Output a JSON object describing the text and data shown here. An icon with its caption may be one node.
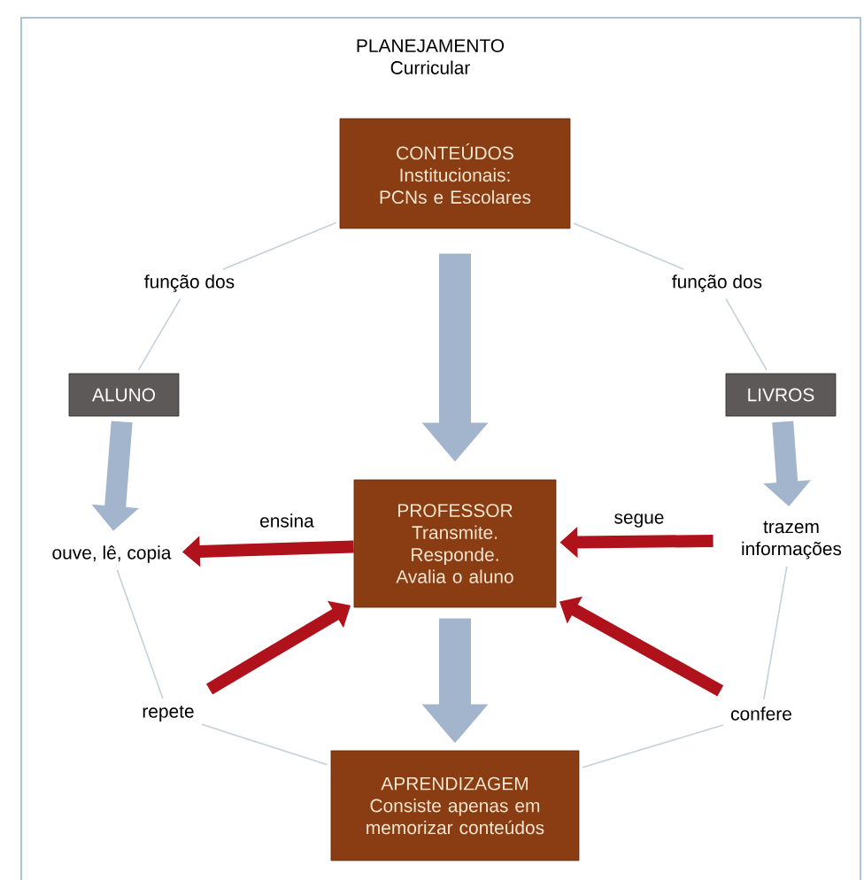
{
  "diagram": {
    "title": "PLANEJAMENTO Curricular",
    "nodes": [
      {
        "text": [
          "CONTEÚDOS Institucionais: PCNs e Escolares"
        ]
      },
      {
        "text": [
          "função dos"
        ]
      },
      {
        "text": [
          "função dos"
        ]
      },
      {
        "text": [
          "ALUNO"
        ]
      },
      {
        "text": [
          "LIVROS"
        ]
      },
      {
        "text": [
          "PROFESSOR Transmite. Responde. Avalia o aluno"
        ]
      },
      {
        "text": [
          "ouve, lê, copia"
        ]
      },
      {
        "text": [
          "trazem informações"
        ]
      },
      {
        "text": [
          "repete"
        ]
      },
      {
        "text": [
          "confere"
        ]
      },
      {
        "text": [
          "APRENDIZAGEM Consiste apenas em memorizar conteúdos"
        ]
      }
    ],
    "edges": [
      {
        "from": 0,
        "to": 1,
        "arrow": "none"
      },
      {
        "from": 1,
        "to": 3,
        "arrow": "none"
      },
      {
        "from": 0,
        "to": 2,
        "arrow": "none"
      },
      {
        "from": 2,
        "to": 4,
        "arrow": "none"
      },
      {
        "from": 0,
        "to": 5,
        "arrow": "to",
        "style": "thick",
        "color": "#a3b5cc"
      },
      {
        "from": 3,
        "to": 6,
        "arrow": "to",
        "style": "thick",
        "color": "#a3b5cc"
      },
      {
        "from": 4,
        "to": 7,
        "arrow": "to",
        "style": "thick",
        "color": "#a3b5cc"
      },
      {
        "from": 5,
        "to": 6,
        "arrow": "to",
        "style": "thick",
        "color": "#b0121b",
        "label": "ensina"
      },
      {
        "from": 7,
        "to": 5,
        "arrow": "to",
        "style": "thick",
        "color": "#b0121b",
        "label": "segue"
      },
      {
        "from": 6,
        "to": 8,
        "arrow": "none"
      },
      {
        "from": 8,
        "to": 5,
        "arrow": "to",
        "style": "thick",
        "color": "#b0121b"
      },
      {
        "from": 8,
        "to": 10,
        "arrow": "none"
      },
      {
        "from": 5,
        "to": 10,
        "arrow": "to",
        "style": "thick",
        "color": "#a3b5cc"
      },
      {
        "from": 7,
        "to": 9,
        "arrow": "none"
      },
      {
        "from": 9,
        "to": 5,
        "arrow": "to",
        "style": "thick",
        "color": "#b0121b"
      },
      {
        "from": 9,
        "to": 10,
        "arrow": "none"
      }
    ]
  }
}
